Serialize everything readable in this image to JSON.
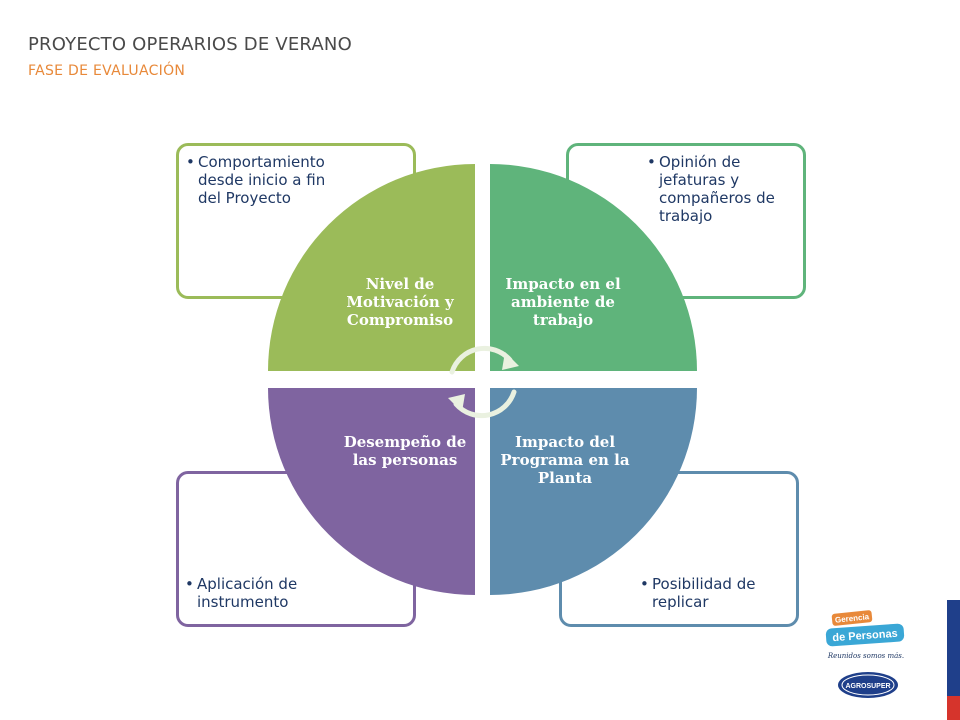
{
  "header": {
    "title": "PROYECTO OPERARIOS DE VERANO",
    "subtitle": "FASE DE EVALUACIÓN"
  },
  "quadrants": [
    {
      "label": "Nivel de Motivación y Compromiso",
      "bullet": "Comportamiento desde inicio a fin del Proyecto",
      "color": "#9bbb59"
    },
    {
      "label": "Impacto en el ambiente de trabajo",
      "bullet": "Opinión de jefaturas y compañeros de trabajo",
      "color": "#5fb47b"
    },
    {
      "label": "Desempeño de las personas",
      "bullet": "Aplicación de instrumento",
      "color": "#7f64a0"
    },
    {
      "label": "Impacto del Programa en la Planta",
      "bullet": "Posibilidad de replicar",
      "color": "#5e8cad"
    }
  ],
  "bullet_symbol": "•",
  "logos": {
    "gerencia_line1": "Gerencia",
    "gerencia_line2": "de Personas",
    "tagline": "Reunidos somos más.",
    "brand": "AGROSUPER"
  },
  "colors": {
    "title": "#4a4a4a",
    "subtitle": "#e8893a",
    "bullet_text": "#1f3864",
    "stripe_blue": "#1f3f8a",
    "stripe_red": "#d6342c"
  }
}
